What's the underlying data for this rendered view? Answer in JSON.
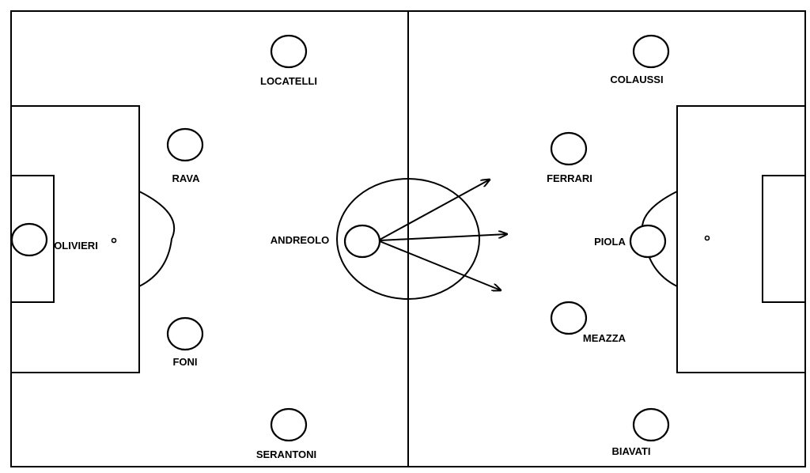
{
  "diagram": {
    "players": [
      {
        "key": "locatelli",
        "name": "LOCATELLI"
      },
      {
        "key": "rava",
        "name": "RAVA"
      },
      {
        "key": "olivieri",
        "name": "OLIVIERI"
      },
      {
        "key": "foni",
        "name": "FONI"
      },
      {
        "key": "serantoni",
        "name": "SERANTONI"
      },
      {
        "key": "andreolo",
        "name": "ANDREOLO"
      },
      {
        "key": "colaussi",
        "name": "COLAUSSI"
      },
      {
        "key": "ferrari",
        "name": "FERRARI"
      },
      {
        "key": "piola",
        "name": "PIOLA"
      },
      {
        "key": "meazza",
        "name": "MEAZZA"
      },
      {
        "key": "biavati",
        "name": "BIAVATI"
      }
    ]
  }
}
